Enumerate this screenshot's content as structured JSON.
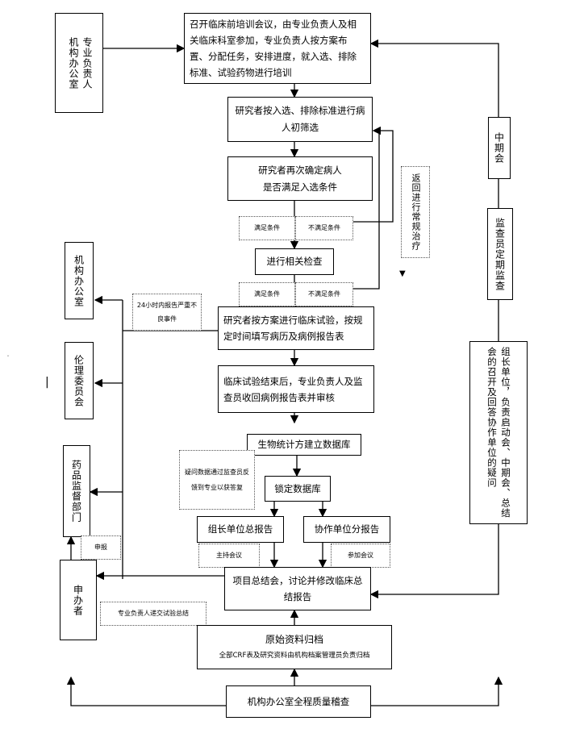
{
  "nodes": {
    "training_meeting": "召开临床前培训会议，由专业负责人及相关临床科室参加，专业负责人按方案布置、分配任务，安排进度，就入选、排除标准、试验药物进行培训",
    "initial_screening": "研究者按入选、排除标准进行病人初筛选",
    "reconfirm_line1": "研究者再次确定病人",
    "reconfirm_line2": "是否满足入选条件",
    "related_exam": "进行相关检查",
    "conduct_trial": "研究者按方案进行临床试验，按规定时间填写病历及病例报告表",
    "trial_end": "临床试验结束后，专业负责人及监查员收回病例报告表并审核",
    "build_database": "生物统计方建立数据库",
    "lock_database": "锁定数据库",
    "leader_report": "组长单位总报告",
    "collab_report": "协作单位分报告",
    "summary_meeting": "项目总结会，讨论并修改临床总结报告",
    "archive_title": "原始资料归档",
    "archive_detail": "全部CRF表及研究资料由机构档案管理员负责归档",
    "qa_check": "机构办公室全程质量稽查"
  },
  "left_column": {
    "office_and_lead_a": "机构办公室",
    "office_and_lead_b": "专业负责人",
    "office": "机构办公室",
    "ethics": "伦理委员会",
    "drug_dept": "药品监督部门",
    "applicant": "申办者"
  },
  "right_column": {
    "midterm": "中期会",
    "monitor": "监查员定期监查",
    "leader_unit": "组长单位，负责启动会、中期会、总结会的召开及回答协作单位的疑问"
  },
  "annotations": {
    "meets_1": "满足条件",
    "not_meets_1": "不满足条件",
    "meets_2": "满足条件",
    "not_meets_2": "不满足条件",
    "return_routine": "返回进行常规治疗",
    "sae_report": "24小时内报告严重不良事件",
    "query_feedback": "疑问数据通过监查员反馈到专业以获答复",
    "host_meeting": "主持会议",
    "attend_meeting": "参加会议",
    "submit_report": "申报",
    "lead_submit": "专业负责人递交试验总结"
  }
}
